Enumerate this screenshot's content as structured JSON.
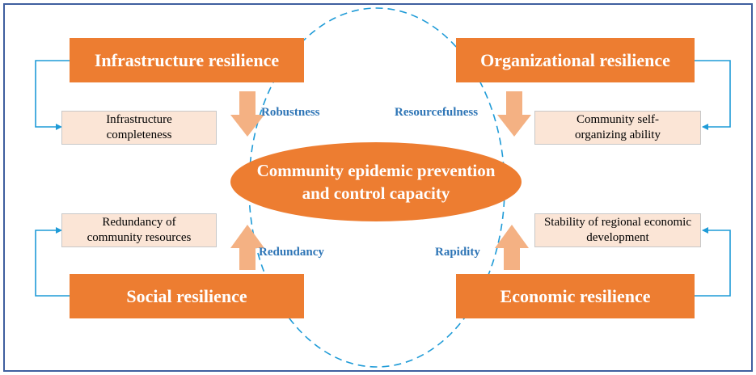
{
  "center": {
    "title": "Community epidemic prevention and control capacity"
  },
  "dimensions": {
    "infrastructure": {
      "label": "Infrastructure resilience",
      "indicator": "Infrastructure completeness",
      "property": "Robustness"
    },
    "organizational": {
      "label": "Organizational resilience",
      "indicator": "Community self-organizing ability",
      "property": "Resourcefulness"
    },
    "social": {
      "label": "Social resilience",
      "indicator": "Redundancy of community resources",
      "property": "Redundancy"
    },
    "economic": {
      "label": "Economic resilience",
      "indicator": "Stability of regional economic development",
      "property": "Rapidity"
    }
  },
  "colors": {
    "dimension_fill": "#ed7d31",
    "indicator_fill": "#fbe5d6",
    "arrow_fill": "#f4b183",
    "property_text": "#2e75b6",
    "connector": "#1f9bd7",
    "frame": "#3f5f9f"
  }
}
